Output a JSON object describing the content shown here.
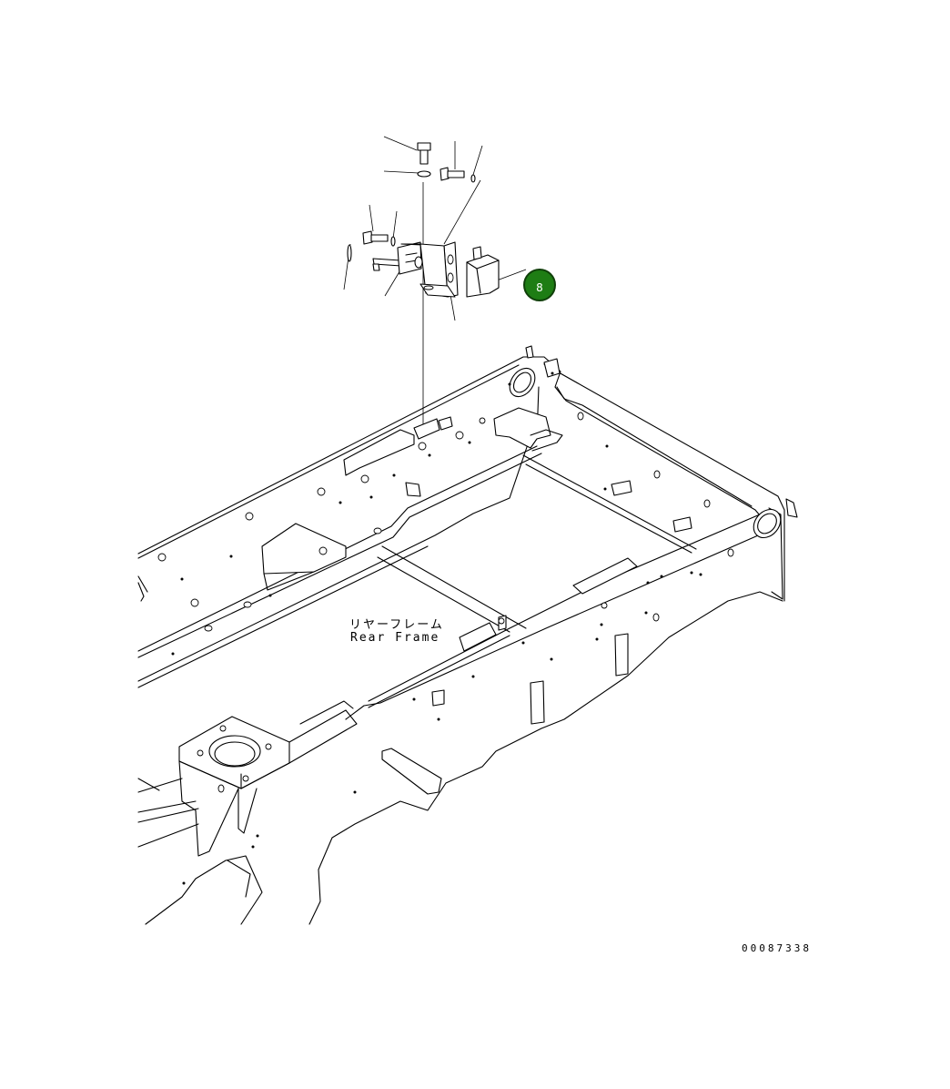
{
  "diagram": {
    "frame_label_jp": "リヤーフレーム",
    "frame_label_en": "Rear Frame",
    "drawing_number": "00087338",
    "callout": {
      "number": "8",
      "color": "#1e7d14"
    }
  }
}
